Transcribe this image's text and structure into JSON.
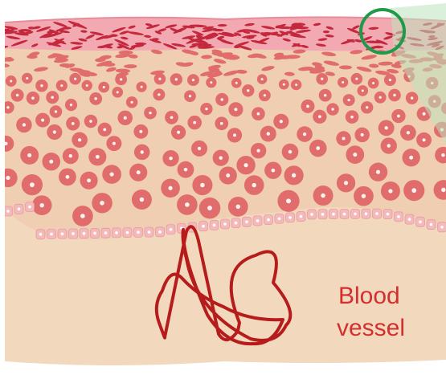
{
  "diagram": {
    "labels": {
      "blood_vessel_line1": "Blood",
      "blood_vessel_line2": "vessel"
    },
    "colors": {
      "background": "#ffffff",
      "dermis": "#f2d9bd",
      "epidermis_fill": "#f0ceb2",
      "stratum_corneum": "#f3a9b2",
      "flake": "#c4283d",
      "cell": "#e06c6c",
      "cell_nucleus": "#fff3f0",
      "basal_cell": "#f4b9bb",
      "blood_vessel": "#b71c1c",
      "label": "#d32f2f",
      "zoom_circle": "#1e9a4a",
      "zoom_cone": "#bde3bd"
    },
    "icons": {
      "zoom": "magnifier-circle"
    }
  }
}
